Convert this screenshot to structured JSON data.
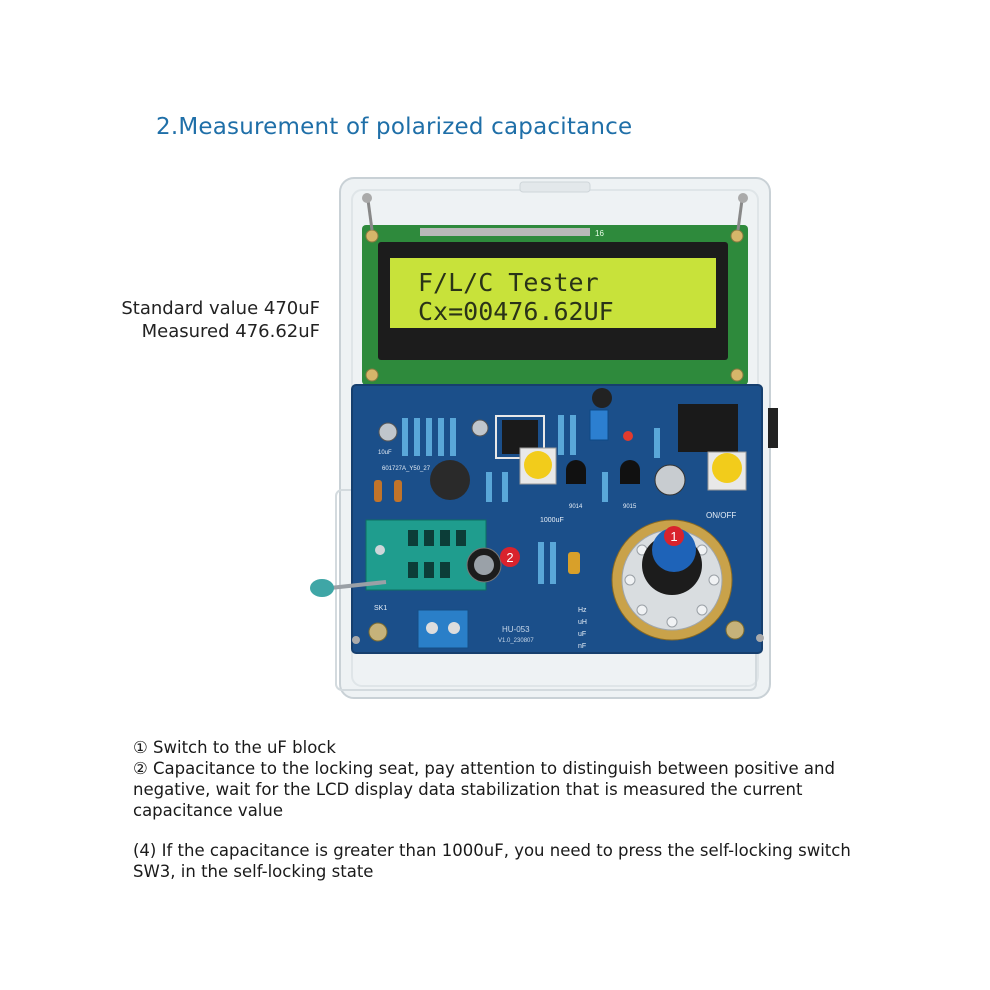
{
  "title": "2.Measurement of polarized capacitance",
  "side_note": {
    "line1": "Standard value 470uF",
    "line2": "Measured 476.62uF"
  },
  "lcd": {
    "line1": "F/L/C Tester",
    "line2": "Cx=00476.62UF"
  },
  "board_labels": {
    "pin_count": "16",
    "model": "HU-053",
    "version": "V1.0_230807",
    "onoff": "ON/OFF",
    "socket": "SK1",
    "cap_label": "1000uF",
    "cap_small": "10uF",
    "t1": "9014",
    "t2": "9015",
    "pcb_code": "601727A_Y50_27",
    "unit_hz": "Hz",
    "unit_uh": "uH",
    "unit_uf": "uF",
    "unit_nf": "nF"
  },
  "markers": {
    "m1": "1",
    "m2": "2"
  },
  "instructions": {
    "step1": "① Switch to the uF block",
    "step2": "② Capacitance to the locking seat, pay attention to distinguish between positive and negative, wait for the LCD display data stabilization that is measured the current capacitance value",
    "note4": "(4) If the capacitance is greater than 1000uF, you need to press the self-locking switch SW3, in the self-locking state"
  },
  "colors": {
    "title": "#1f6fa8",
    "pcb": "#1b4f8a",
    "lcd_bg": "#c8e23a",
    "lcd_text": "#2a3318",
    "marker": "#d9232d",
    "knob": "#1e63b8"
  }
}
